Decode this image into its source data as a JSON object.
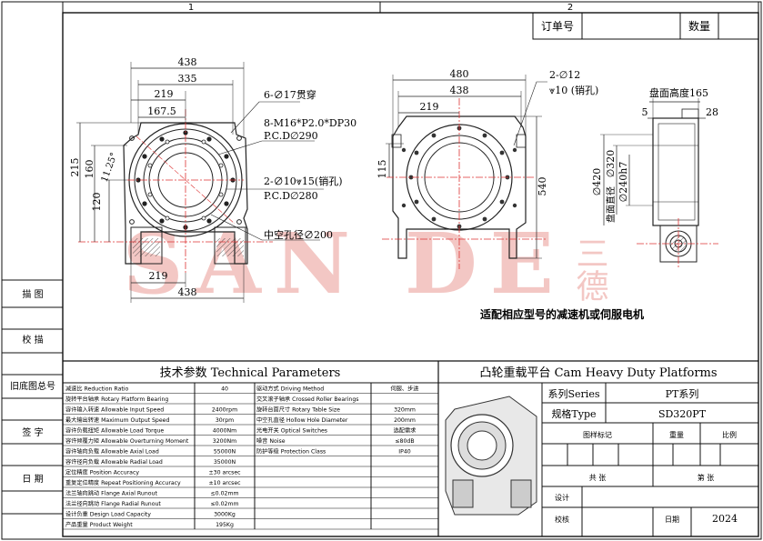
{
  "header": {
    "zone_1": "1",
    "zone_2": "2",
    "order_label": "订单号",
    "qty_label": "数量"
  },
  "front_view": {
    "dim_438_top": "438",
    "dim_335": "335",
    "dim_219_top": "219",
    "dim_167_5": "167.5",
    "dim_215": "215",
    "dim_160": "160",
    "dim_120": "120",
    "angle_11_25": "11.25°",
    "note_6_holes": "6-∅17贯穿",
    "note_8_m16": "8-M16*P2.0*DP30",
    "note_pcd_290": "P.C.D∅290",
    "note_2_pin": "2-∅10⩔15(销孔)",
    "note_pcd_280": "P.C.D∅280",
    "note_hollow": "中空孔径∅200",
    "dim_219_bottom": "219",
    "dim_438_bottom": "438"
  },
  "back_view": {
    "dim_480": "480",
    "dim_438": "438",
    "dim_219": "219",
    "dim_115": "115",
    "dim_540": "540",
    "note_2_d12": "2-∅12",
    "note_depth_10": "⩔10 (销孔)"
  },
  "side_view": {
    "note_table_height": "盘面高度165",
    "dim_5": "5",
    "dim_28": "28",
    "dim_d420": "∅420",
    "dim_d320": "∅320",
    "dim_d240": "∅240h7",
    "note_table_dia": "盘面直径"
  },
  "notes": {
    "motor_note": "适配相应型号的减速机或伺服电机",
    "watermark": "SAN DE",
    "watermark_cn": "三德"
  },
  "left_column": {
    "trace": "描 图",
    "proof": "校 描",
    "old_drawing": "旧底图总号",
    "signature": "签 字",
    "date": "日 期"
  },
  "tech": {
    "title": "技术参数  Technical Parameters",
    "rows": [
      [
        "减速比 Reduction Ratio",
        "40",
        "驱动方式 Driving Method",
        "伺服、步进"
      ],
      [
        "旋转平台轴承 Rotary Platform Bearing",
        "",
        "交叉滚子轴承 Crossed Roller Bearings",
        ""
      ],
      [
        "容许输入转速 Allowable Input Speed",
        "2400rpm",
        "旋转台面尺寸 Rotary Table Size",
        "320mm"
      ],
      [
        "最大输出转速 Maximum Output Speed",
        "30rpm",
        "中空孔直径 Hollow Hole Diameter",
        "200mm"
      ],
      [
        "容许负载扭矩 Allowable Load Torque",
        "4000Nm",
        "光电开关 Optical Switches",
        "选配需求"
      ],
      [
        "容许倾覆力矩 Allowable Overturning Moment",
        "3200Nm",
        "噪音 Noise",
        "≤80dB"
      ],
      [
        "容许轴向负载 Allowable Axial Load",
        "55000N",
        "防护等级 Protection Class",
        "IP40"
      ],
      [
        "容许径向负载 Allowable Radial Load",
        "35000N",
        "",
        ""
      ],
      [
        "定位精度 Position Accuracy",
        "±30 arcsec",
        "",
        ""
      ],
      [
        "重复定位精度 Repeat Positioning Accuracy",
        "±10 arcsec",
        "",
        ""
      ],
      [
        "法兰轴向跳动 Flange Axial Runout",
        "≤0.02mm",
        "",
        ""
      ],
      [
        "法兰径向跳动 Flange Radial Runout",
        "≤0.02mm",
        "",
        ""
      ],
      [
        "设计负重 Design Load Capacity",
        "3000Kg",
        "",
        ""
      ],
      [
        "产品重量 Product Weight",
        "195Kg",
        "",
        ""
      ]
    ]
  },
  "title_block": {
    "title": "凸轮重载平台 Cam Heavy Duty Platforms",
    "series_label": "系列Series",
    "series_value": "PT系列",
    "spec_label": "规格Type",
    "spec_value": "SD320PT",
    "mark_label": "图样标记",
    "weight_label": "重量",
    "scale_label": "比例",
    "total_label": "共  张",
    "sheet_label": "第  张",
    "design_label": "设计",
    "check_label": "校核",
    "date_label": "日期",
    "year": "2024"
  }
}
